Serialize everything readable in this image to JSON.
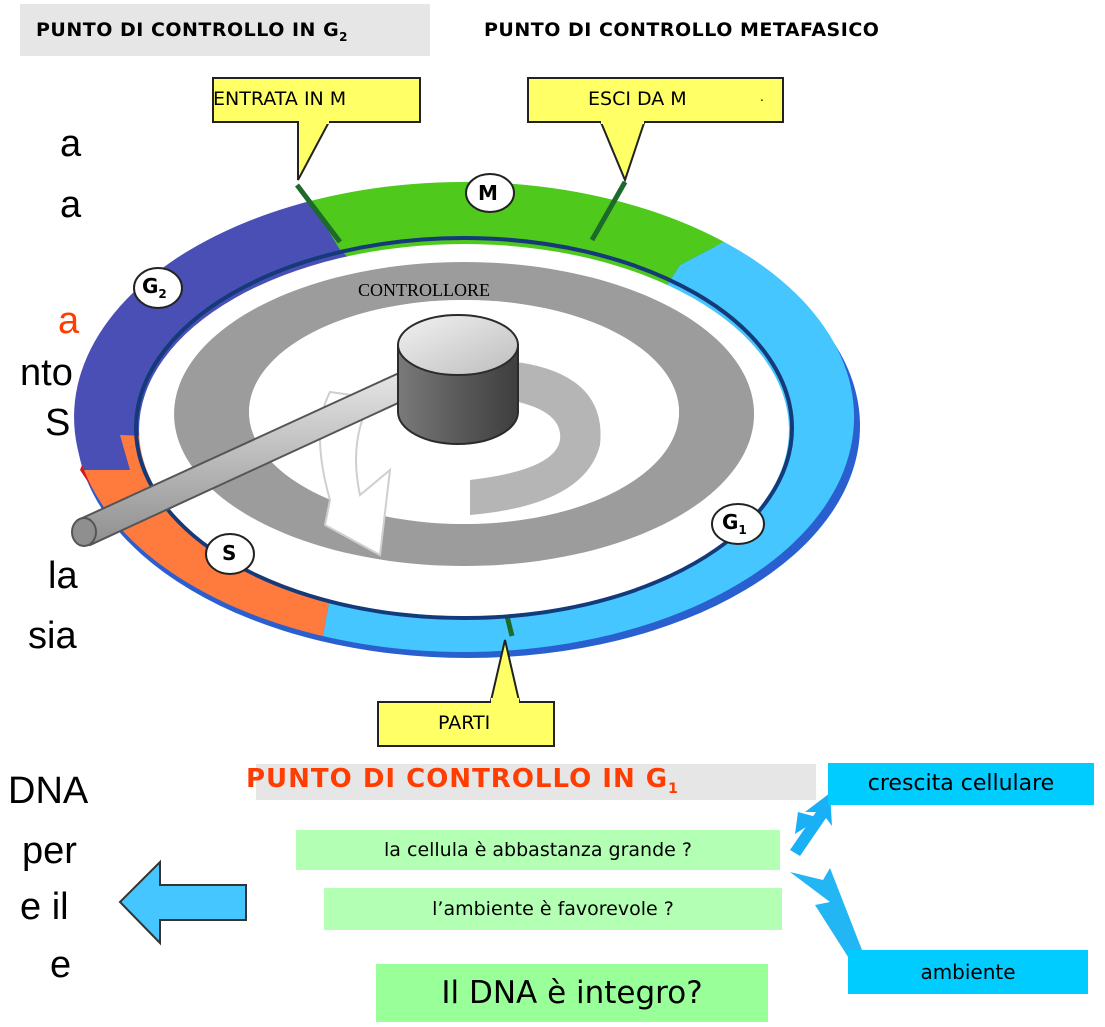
{
  "headers": {
    "g2_checkpoint": "PUNTO DI CONTROLLO IN G",
    "g2_subscript": "2",
    "metaphase_checkpoint": "PUNTO DI CONTROLLO METAFASICO"
  },
  "side_text": {
    "l1": "a",
    "l2": "a",
    "l3": "a",
    "l4": "nto",
    "l5": "S",
    "l6": "la",
    "l7": "sia",
    "l8": "DNA",
    "l9": "per",
    "l10": "e il",
    "l11": "e"
  },
  "callouts": {
    "enter_m": "ENTRATA IN M",
    "exit_m": "ESCI DA M",
    "exit_m_dot": ".",
    "start": "PARTI"
  },
  "wheel": {
    "controller": "CONTROLLORE",
    "phase_m": "M",
    "phase_g2": "G",
    "phase_g2_sub": "2",
    "phase_s": "S",
    "phase_g1": "G",
    "phase_g1_sub": "1"
  },
  "g1_checkpoint": {
    "title": "PUNTO DI CONTROLLO IN G",
    "subscript": "1",
    "cell_growth": "crescita cellulare",
    "q_size": "la cellula è abbastanza grande ?",
    "q_environment": "l’ambiente è favorevole ?",
    "environment": "ambiente",
    "q_dna": "Il DNA è integro?"
  },
  "colors": {
    "m_phase": "#4ec91c",
    "g2_phase": "#4a4fb5",
    "s_phase": "#ff7a3d",
    "g1_phase": "#45c6ff",
    "callout_yellow": "#ffff66",
    "title_red": "#ff3d00",
    "cyan_box": "#00ccff"
  }
}
